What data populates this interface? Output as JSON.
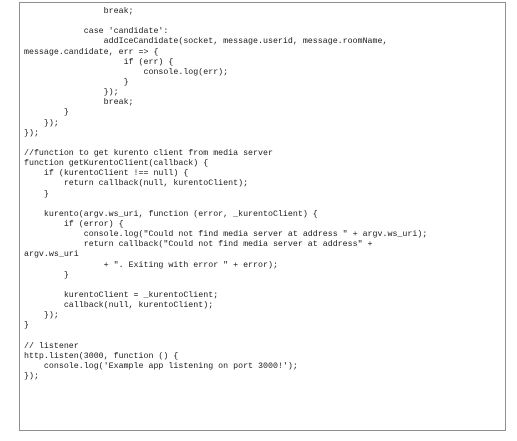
{
  "code": {
    "lines": [
      "                break;",
      "",
      "            case 'candidate':",
      "                addIceCandidate(socket, message.userid, message.roomName,",
      "message.candidate, err => {",
      "                    if (err) {",
      "                        console.log(err);",
      "                    }",
      "                });",
      "                break;",
      "        }",
      "    });",
      "});",
      "",
      "//function to get kurento client from media server",
      "function getKurentoClient(callback) {",
      "    if (kurentoClient !== null) {",
      "        return callback(null, kurentoClient);",
      "    }",
      "",
      "    kurento(argv.ws_uri, function (error, _kurentoClient) {",
      "        if (error) {",
      "            console.log(\"Could not find media server at address \" + argv.ws_uri);",
      "            return callback(\"Could not find media server at address\" +",
      "argv.ws_uri",
      "                + \". Exiting with error \" + error);",
      "        }",
      "",
      "        kurentoClient = _kurentoClient;",
      "        callback(null, kurentoClient);",
      "    });",
      "}",
      "",
      "// listener",
      "http.listen(3000, function () {",
      "    console.log('Example app listening on port 3000!');",
      "});"
    ]
  }
}
